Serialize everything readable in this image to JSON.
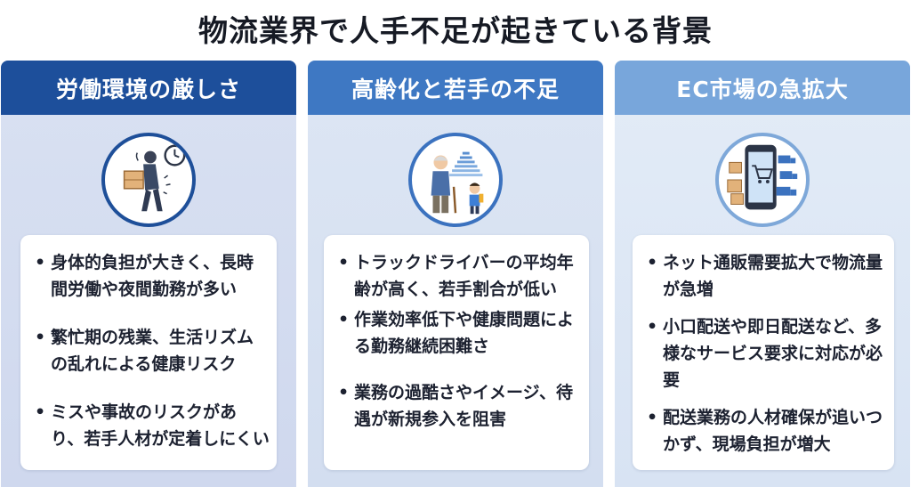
{
  "title": "物流業界で人手不足が起きている背景",
  "columns": [
    {
      "heading": "労働環境の厳しさ",
      "icon": "worker-carrying-box-icon",
      "bullets": [
        "身体的負担が大きく、長時間労働や夜間勤務が多い",
        "繁忙期の残業、生活リズムの乱れによる健康リスク",
        "ミスや事故のリスクがあり、若手人材が定着しにくい"
      ]
    },
    {
      "heading": "高齢化と若手の不足",
      "icon": "elderly-and-child-icon",
      "bullets": [
        "トラックドライバーの平均年齢が高く、若手割合が低い",
        "作業効率低下や健康問題による勤務継続困難さ",
        "業務の過酷さやイメージ、待遇が新規参入を阻害"
      ]
    },
    {
      "heading": "EC市場の急拡大",
      "icon": "smartphone-shopping-delivery-icon",
      "bullets": [
        "ネット通販需要拡大で物流量が急増",
        "小口配送や即日配送など、多様なサービス要求に対応が必要",
        "配送業務の人材確保が追いつかず、現場負担が増大"
      ]
    }
  ],
  "colors": {
    "header_1": "#1d4f9b",
    "header_2": "#3e78c3",
    "header_3": "#78a6db"
  }
}
